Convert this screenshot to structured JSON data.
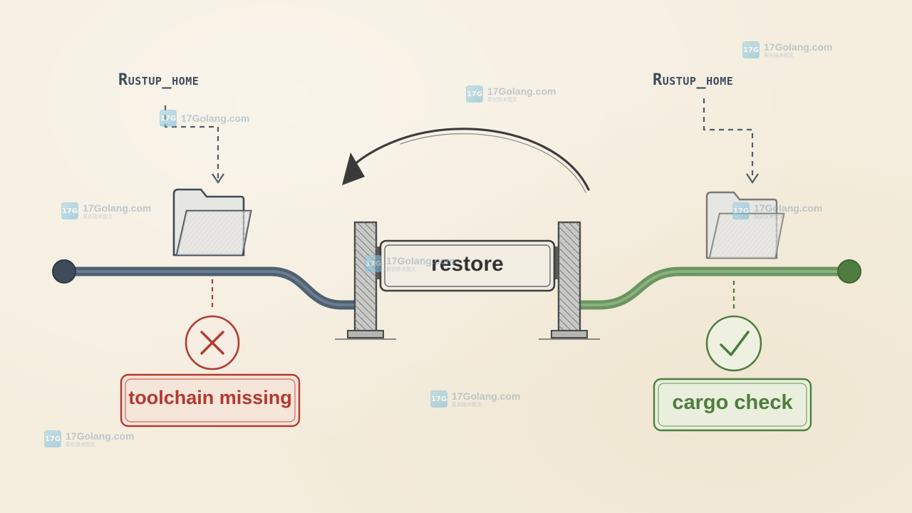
{
  "diagram": {
    "left_env_label": "Rustup_home",
    "right_env_label": "Rustup_home",
    "gate_label": "restore",
    "left_status": "toolchain missing",
    "right_status": "cargo check",
    "left_status_icon": "x-mark-icon",
    "right_status_icon": "checkmark-icon",
    "folder_icon": "folder-icon"
  },
  "colors": {
    "left_track": "#4f6073",
    "right_track": "#5f8a52",
    "error": "#b23a30",
    "success": "#4f7d3f",
    "gate_post": "#6b6b6b",
    "text_dark": "#3a3a3a"
  },
  "watermark": {
    "text": "17Golang.com",
    "logo_text": "17G"
  }
}
